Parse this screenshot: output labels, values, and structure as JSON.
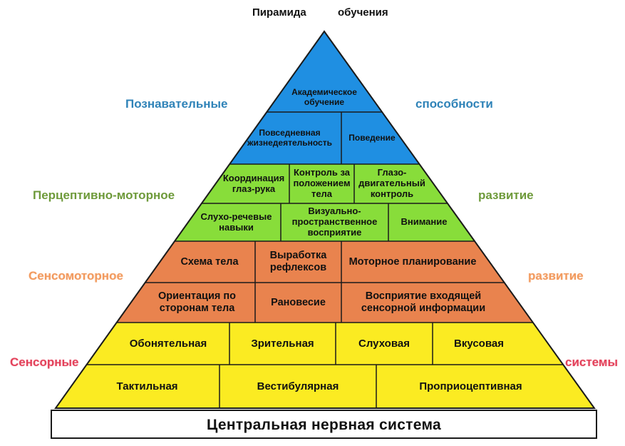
{
  "title": {
    "part1": "Пирамида",
    "part2": "обучения"
  },
  "side_labels": {
    "cognitive_left": "Познавательные",
    "cognitive_right": "способности",
    "perceptual_left": "Перцептивно-моторное",
    "perceptual_right": "развитие",
    "sensorimotor_left": "Сенсомоторное",
    "sensorimotor_right": "развитие",
    "sensory_left": "Сенсорные",
    "sensory_right": "системы"
  },
  "blocks": {
    "academic": "Академическое обучение",
    "daily_life": "Повседневная жизнедеятельность",
    "behavior": "Поведение",
    "eye_hand": "Координация глаз-рука",
    "posture_control": "Контроль за положением тела",
    "oculomotor": "Глазо-двигательный контроль",
    "auditory_speech": "Слухо-речевые навыки",
    "visuospatial": "Визуально-пространственное восприятие",
    "attention": "Внимание",
    "body_scheme": "Схема тела",
    "reflexes": "Выработка рефлексов",
    "motor_planning": "Моторное планирование",
    "orientation": "Ориентация по сторонам тела",
    "balance": "Рановесие",
    "sensory_perception": "Восприятие входящей сенсорной информации",
    "olfactory": "Обонятельная",
    "visual": "Зрительная",
    "auditory": "Слуховая",
    "gustatory": "Вкусовая",
    "tactile": "Тактильная",
    "vestibular": "Вестибулярная",
    "proprioceptive": "Проприоцептивная"
  },
  "base": "Центральная нервная система",
  "colors": {
    "blue": "#1f8fe2",
    "green": "#88dd3a",
    "orange": "#e9834e",
    "yellow": "#fbeb22",
    "outline": "#1a1a1a"
  }
}
